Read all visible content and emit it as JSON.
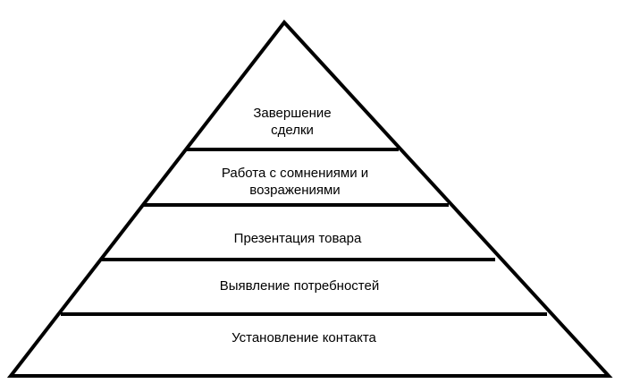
{
  "diagram": {
    "type": "pyramid",
    "levels_top_to_bottom": [
      {
        "label_lines": [
          "Завершение",
          "сделки"
        ]
      },
      {
        "label_lines": [
          "Работа с сомнениями и",
          "возражениями"
        ]
      },
      {
        "label_lines": [
          "Презентация товара"
        ]
      },
      {
        "label_lines": [
          "Выявление потребностей"
        ]
      },
      {
        "label_lines": [
          "Установление контакта"
        ]
      }
    ]
  },
  "colors": {
    "outline": "#000000",
    "fill": "#ffffff",
    "text": "#000000"
  }
}
